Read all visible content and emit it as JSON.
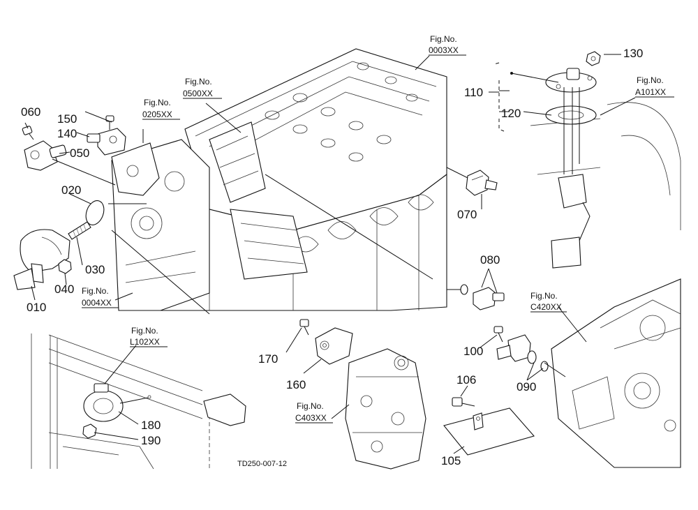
{
  "drawing_code": "TD250-007-12",
  "part_numbers": {
    "p010": "010",
    "p020": "020",
    "p030": "030",
    "p040": "040",
    "p050": "050",
    "p060": "060",
    "p070": "070",
    "p080": "080",
    "p090": "090",
    "p100": "100",
    "p105": "105",
    "p106": "106",
    "p110": "110",
    "p120": "120",
    "p130": "130",
    "p140": "140",
    "p150": "150",
    "p160": "160",
    "p170": "170",
    "p180": "180",
    "p190": "190"
  },
  "figure_refs": {
    "f0003": {
      "label": "Fig.No.",
      "code": "0003XX"
    },
    "f0500": {
      "label": "Fig.No.",
      "code": "0500XX"
    },
    "f0205": {
      "label": "Fig.No.",
      "code": "0205XX"
    },
    "fA101": {
      "label": "Fig.No.",
      "code": "A101XX"
    },
    "f0004": {
      "label": "Fig.No.",
      "code": "0004XX"
    },
    "fL102": {
      "label": "Fig.No.",
      "code": "L102XX"
    },
    "fC420": {
      "label": "Fig.No.",
      "code": "C420XX"
    },
    "fC403": {
      "label": "Fig.No.",
      "code": "C403XX"
    }
  },
  "colors": {
    "ink": "#111111",
    "paper": "#ffffff"
  }
}
